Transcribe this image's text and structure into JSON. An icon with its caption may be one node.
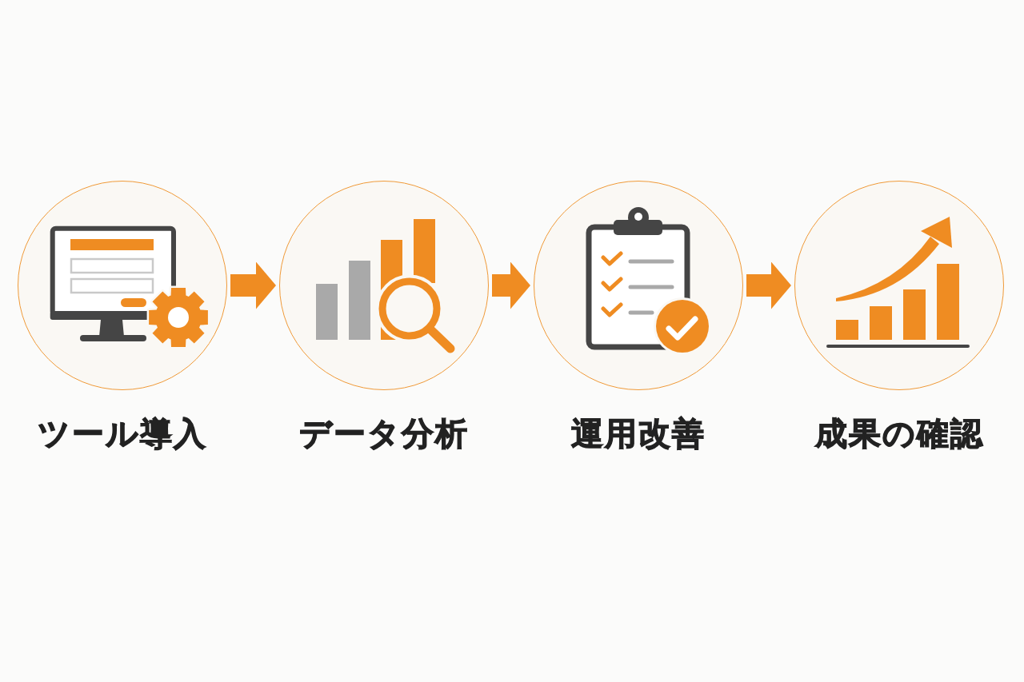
{
  "diagram": {
    "nodes": [
      {
        "text": [
          "ツール導入"
        ]
      },
      {
        "text": [
          "データ分析"
        ]
      },
      {
        "text": [
          "運用改善"
        ]
      },
      {
        "text": [
          "成果の確認"
        ]
      }
    ],
    "edges": [
      {
        "from": 0,
        "to": 1,
        "arrow": "to"
      },
      {
        "from": 1,
        "to": 2,
        "arrow": "to"
      },
      {
        "from": 2,
        "to": 3,
        "arrow": "to"
      }
    ]
  }
}
